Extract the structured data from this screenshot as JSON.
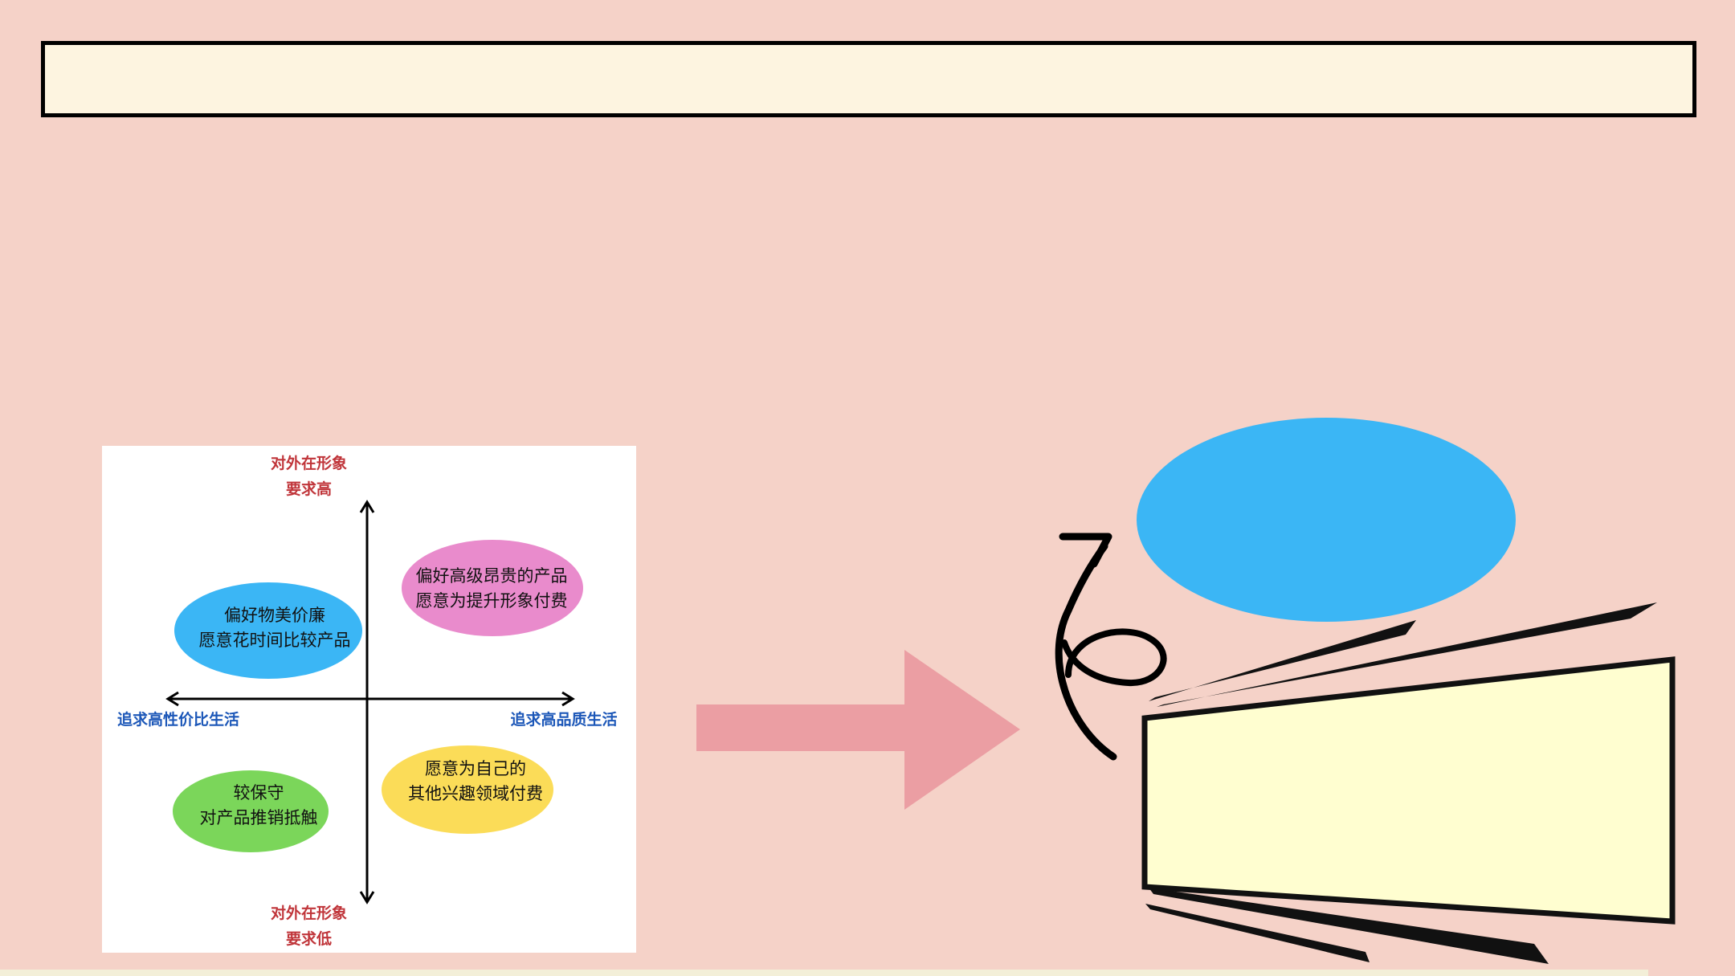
{
  "title_box": {
    "text": ""
  },
  "quadrant": {
    "axis_top": {
      "line1": "对外在形象",
      "line2": "要求高"
    },
    "axis_bottom": {
      "line1": "对外在形象",
      "line2": "要求低"
    },
    "axis_left": "追求高性价比生活",
    "axis_right": "追求高品质生活",
    "top_left": {
      "line1": "偏好物美价廉",
      "line2": "愿意花时间比较产品"
    },
    "top_right": {
      "line1": "偏好高级昂贵的产品",
      "line2": "愿意为提升形象付费"
    },
    "bottom_left": {
      "line1": "较保守",
      "line2": "对产品推销抵触"
    },
    "bottom_right": {
      "line1": "愿意为自己的",
      "line2": "其他兴趣领域付费"
    }
  },
  "colors": {
    "background": "#f5d2c8",
    "title_fill": "#fdf4e0",
    "blob_blue": "#3bb6f5",
    "blob_pink": "#e98bcc",
    "blob_green": "#7bd65a",
    "blob_yellow": "#fbdc58",
    "arrow_pink": "#eb9ea3",
    "cream_panel": "#fffed0",
    "axis_red": "#c0353a",
    "axis_blue": "#1c57b8"
  }
}
